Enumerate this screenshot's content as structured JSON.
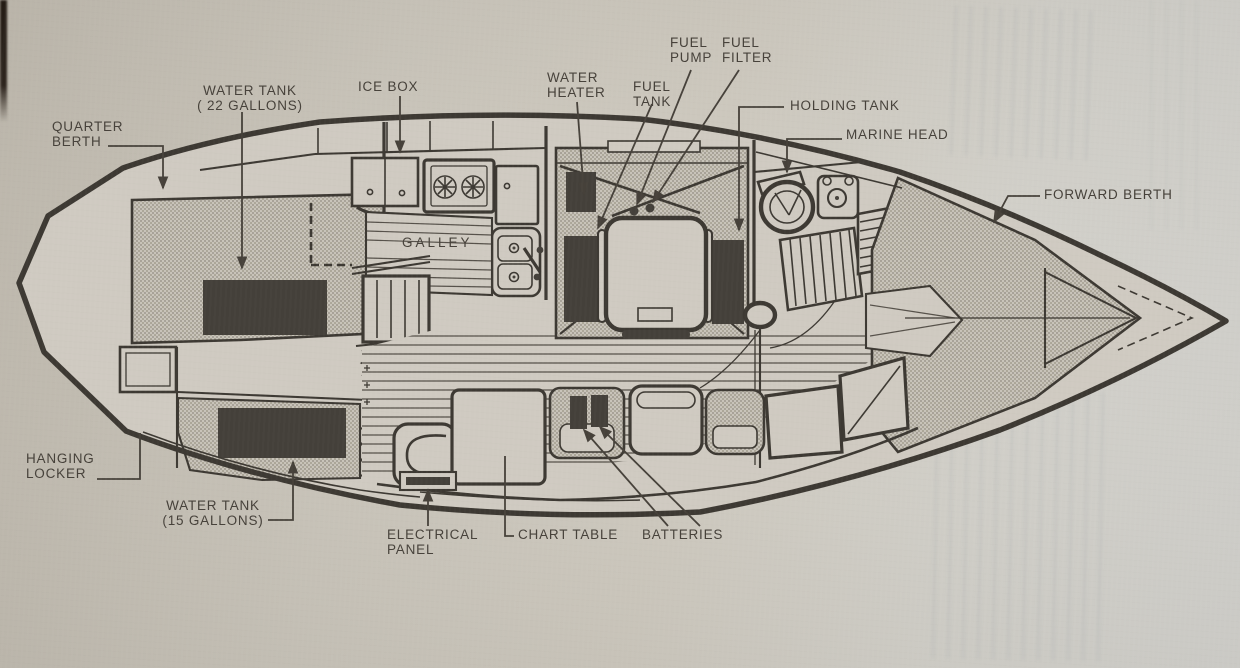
{
  "palette": {
    "paper": "#cbc6bc",
    "ink": "#3d3933",
    "ink_dark": "#44403a",
    "label_ink": "#46413a"
  },
  "diagram": {
    "type": "sailboat-interior-accommodation-plan",
    "labels": {
      "quarter_berth": {
        "lines": [
          "QUARTER",
          "BERTH"
        ]
      },
      "water_tank_22": {
        "lines": [
          "WATER TANK",
          "( 22 GALLONS)"
        ]
      },
      "ice_box": {
        "lines": [
          "ICE BOX"
        ]
      },
      "water_heater": {
        "lines": [
          "WATER",
          "HEATER"
        ]
      },
      "fuel_tank": {
        "lines": [
          "FUEL",
          "TANK"
        ]
      },
      "fuel_pump": {
        "lines": [
          "FUEL",
          "PUMP"
        ]
      },
      "fuel_filter": {
        "lines": [
          "FUEL",
          "FILTER"
        ]
      },
      "holding_tank": {
        "lines": [
          "HOLDING TANK"
        ]
      },
      "marine_head": {
        "lines": [
          "MARINE HEAD"
        ]
      },
      "forward_berth": {
        "lines": [
          "FORWARD BERTH"
        ]
      },
      "galley": {
        "lines": [
          "GALLEY"
        ]
      },
      "hanging_locker": {
        "lines": [
          "HANGING",
          "LOCKER"
        ]
      },
      "water_tank_15": {
        "lines": [
          "WATER TANK",
          "(15 GALLONS)"
        ]
      },
      "electrical_panel": {
        "lines": [
          "ELECTRICAL",
          "PANEL"
        ]
      },
      "chart_table": {
        "lines": [
          "CHART TABLE"
        ]
      },
      "batteries": {
        "lines": [
          "BATTERIES"
        ]
      }
    }
  }
}
